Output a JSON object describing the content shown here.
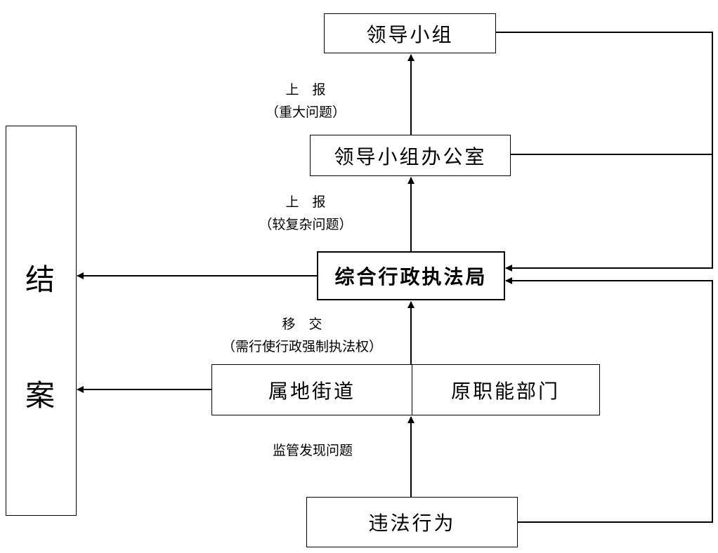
{
  "nodes": {
    "leader_group": "领导小组",
    "leader_office": "领导小组办公室",
    "enforcement_bureau": "综合行政执法局",
    "street": "属地街道",
    "original_dept": "原职能部门",
    "violation": "违法行为",
    "close_top": "结",
    "close_bottom": "案"
  },
  "labels": {
    "report_major_line1": "上　报",
    "report_major_line2": "（重大问题）",
    "report_complex_line1": "上　报",
    "report_complex_line2": "（较复杂问题）",
    "transfer_line1": "移　交",
    "transfer_line2": "（需行使行政强制执法权）",
    "supervise": "监管发现问题"
  }
}
